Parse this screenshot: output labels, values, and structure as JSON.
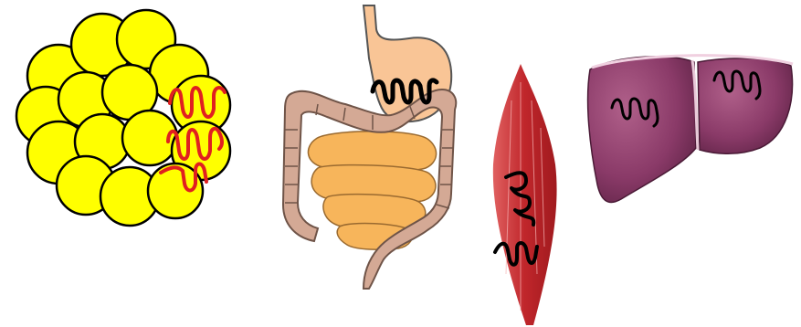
{
  "panels": [
    {
      "organ": "adipose-tissue",
      "receptor_color": "#e02020",
      "fill": "#ffff00"
    },
    {
      "organ": "digestive-tract",
      "receptor_color": "#000000"
    },
    {
      "organ": "skeletal-muscle",
      "receptor_color": "#000000"
    },
    {
      "organ": "liver",
      "receptor_color": "#000000"
    }
  ],
  "colors": {
    "fat_cell": "#ffff00",
    "stomach": "#f9c596",
    "colon": "#d4a995",
    "small_intestine": "#f7b55b",
    "muscle": "#c0262b",
    "liver": "#8a3a68"
  }
}
